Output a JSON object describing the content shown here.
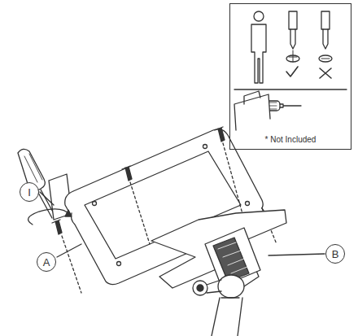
{
  "diagram": {
    "nodes": [
      {
        "text": [
          "* Not Included"
        ]
      },
      {
        "text": [
          "I"
        ]
      },
      {
        "text": [
          "B"
        ]
      },
      {
        "text": [
          "A"
        ]
      }
    ]
  }
}
